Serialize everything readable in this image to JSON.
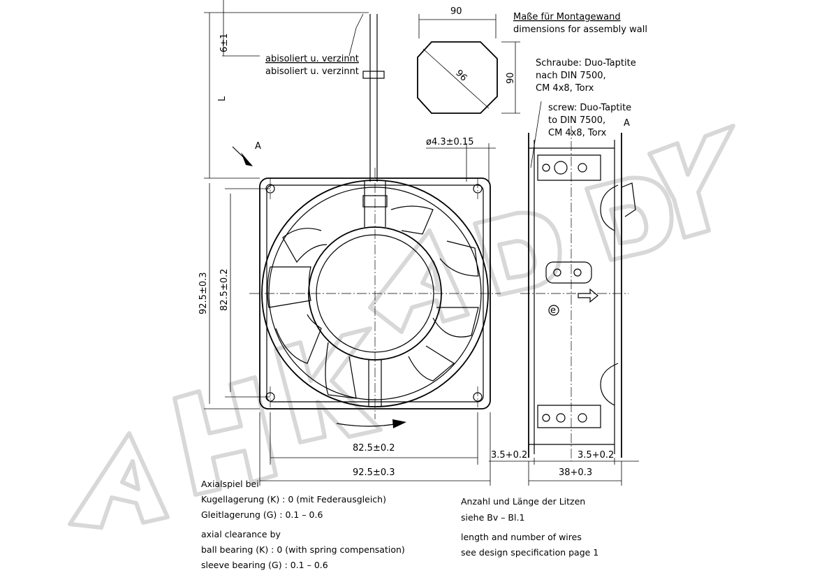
{
  "watermark": "AHKADDY",
  "top_notes": {
    "wire_strip_de": "abisoliert u. verzinnt",
    "wire_strip_en": "abisoliert u. verzinnt"
  },
  "dimensions": {
    "wire_len_tol": "6±1",
    "wire_len": "L",
    "hole_dia": "ø4.3±0.15",
    "mount_width": "90",
    "mount_height": "90",
    "mount_diag": "96",
    "hole_pitch_v": "82.5±0.2",
    "frame_h": "92.5±0.3",
    "hole_pitch_h": "82.5±0.2",
    "frame_w": "92.5±0.3",
    "flange_left": "3.5+0.2",
    "flange_right": "3.5+0.2",
    "depth": "38+0.3"
  },
  "view_markers": {
    "view_a_front": "A",
    "view_a_side": "A",
    "earth_symbol": "e"
  },
  "mount_note": {
    "title_de": "Maße für Montagewand",
    "title_en": "dimensions for assembly wall"
  },
  "screw_note": {
    "de": [
      "Schraube: Duo-Taptite",
      "nach DIN 7500,",
      "CM 4x8, Torx"
    ],
    "en": [
      "screw: Duo-Taptite",
      "to DIN 7500,",
      "CM 4x8, Torx"
    ]
  },
  "axial_note": {
    "de": [
      "Axialspiel bei",
      "Kugellagerung (K) :   0 (mit Federausgleich)",
      "Gleitlagerung  (G) :   0.1 – 0.6"
    ],
    "en": [
      "axial clearance by",
      "ball bearing (K) :   0 (with spring compensation)",
      "sleeve bearing  (G) :   0.1 – 0.6"
    ]
  },
  "wires_note": {
    "de": [
      "Anzahl und Länge der Litzen",
      "siehe Bv – Bl.1"
    ],
    "en": [
      "length and number of wires",
      "see design specification page 1"
    ]
  }
}
